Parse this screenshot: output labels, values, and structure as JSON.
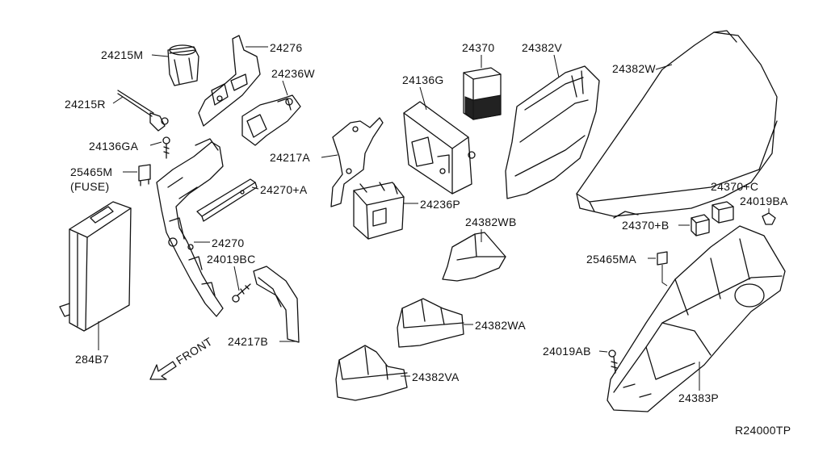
{
  "labels": {
    "p24215M": "24215M",
    "p24276": "24276",
    "p24236W": "24236W",
    "p24215R": "24215R",
    "p24136GA": "24136GA",
    "p25465M": "25465M",
    "fuse": "(FUSE)",
    "p24217A": "24217A",
    "p24270A": "24270+A",
    "p24136G": "24136G",
    "p24370": "24370",
    "p24382V": "24382V",
    "p24382W": "24382W",
    "p24236P": "24236P",
    "p24270": "24270",
    "p24019BC": "24019BC",
    "p24217B": "24217B",
    "p284B7": "284B7",
    "p24382WB": "24382WB",
    "p24382WA": "24382WA",
    "p24382VA": "24382VA",
    "p24370C": "24370+C",
    "p24019BA": "24019BA",
    "p24370B": "24370+B",
    "p25465MA": "25465MA",
    "p24019AB": "24019AB",
    "p24383P": "24383P",
    "front": "FRONT",
    "ref": "R24000TP"
  }
}
